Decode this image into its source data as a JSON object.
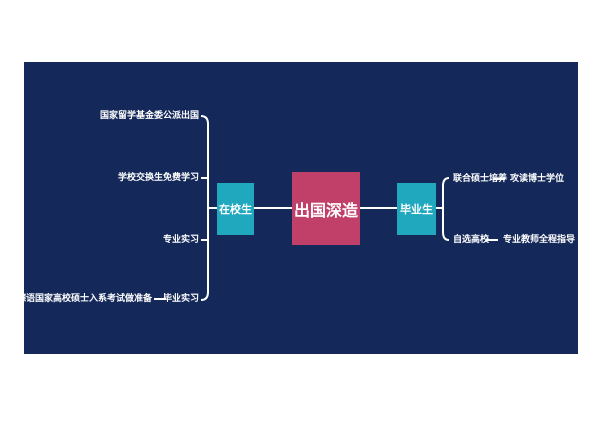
{
  "colors": {
    "panel": "#14285a",
    "center_box": "#c0406a",
    "side_box": "#20a8bf",
    "lines": "#ffffff"
  },
  "center": {
    "label": "出国深造"
  },
  "left_branch": {
    "label": "在校生",
    "items": [
      {
        "label": "国家留学基金委公派出国"
      },
      {
        "label": "学校交换生免费学习"
      },
      {
        "label": "专业实习"
      },
      {
        "label": "为德语国家高校硕士入系考试做准备",
        "sub": "毕业实习"
      }
    ]
  },
  "right_branch": {
    "label": "毕业生",
    "items": [
      {
        "label": "联合硕士培养",
        "sub": "攻读博士学位"
      },
      {
        "label": "自选高校",
        "sub": "专业教师全程指导"
      }
    ]
  }
}
